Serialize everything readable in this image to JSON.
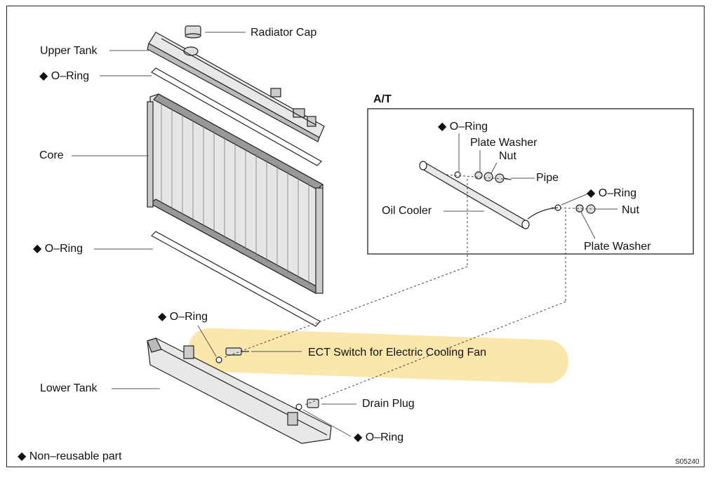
{
  "labels": {
    "radiator_cap": "Radiator Cap",
    "upper_tank": "Upper Tank",
    "oring_upper": "◆ O–Ring",
    "core": "Core",
    "oring_lower_core": "◆ O–Ring",
    "at": "A/T",
    "oring_at": "◆ O–Ring",
    "plate_washer_top": "Plate Washer",
    "nut_top": "Nut",
    "pipe": "Pipe",
    "oring_at_right": "◆ O–Ring",
    "oil_cooler": "Oil Cooler",
    "nut_right": "Nut",
    "plate_washer_bottom": "Plate Washer",
    "oring_ect": "◆ O–Ring",
    "ect_switch": "ECT Switch for Electric Cooling Fan",
    "lower_tank": "Lower Tank",
    "drain_plug": "Drain Plug",
    "oring_drain": "◆ O–Ring",
    "legend": "◆ Non–reusable part",
    "figure_code": "S05240"
  },
  "colors": {
    "highlight": "#f8d56e",
    "line": "#222222",
    "fill": "#e8e8e8"
  }
}
